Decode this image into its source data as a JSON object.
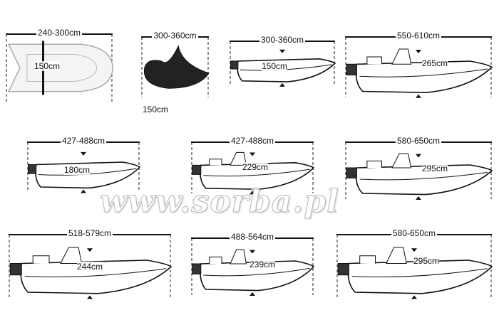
{
  "watermark": "www.sorba.pl",
  "items": [
    {
      "type": "dinghy",
      "length": "240-300cm",
      "beam": "150cm"
    },
    {
      "type": "jetski",
      "length": "300-360cm",
      "beam": "150cm"
    },
    {
      "type": "boat",
      "length": "300-360cm",
      "beam": "150cm"
    },
    {
      "type": "console",
      "length": "550-610cm",
      "beam": "265cm"
    },
    {
      "type": "boat",
      "length": "427-488cm",
      "beam": "180cm"
    },
    {
      "type": "console",
      "length": "427-488cm",
      "beam": "229cm"
    },
    {
      "type": "console",
      "length": "580-650cm",
      "beam": "295cm"
    },
    {
      "type": "console",
      "length": "518-579cm",
      "beam": "244cm"
    },
    {
      "type": "console",
      "length": "488-564cm",
      "beam": "239cm"
    },
    {
      "type": "console",
      "length": "580-650cm",
      "beam": "295cm"
    }
  ]
}
